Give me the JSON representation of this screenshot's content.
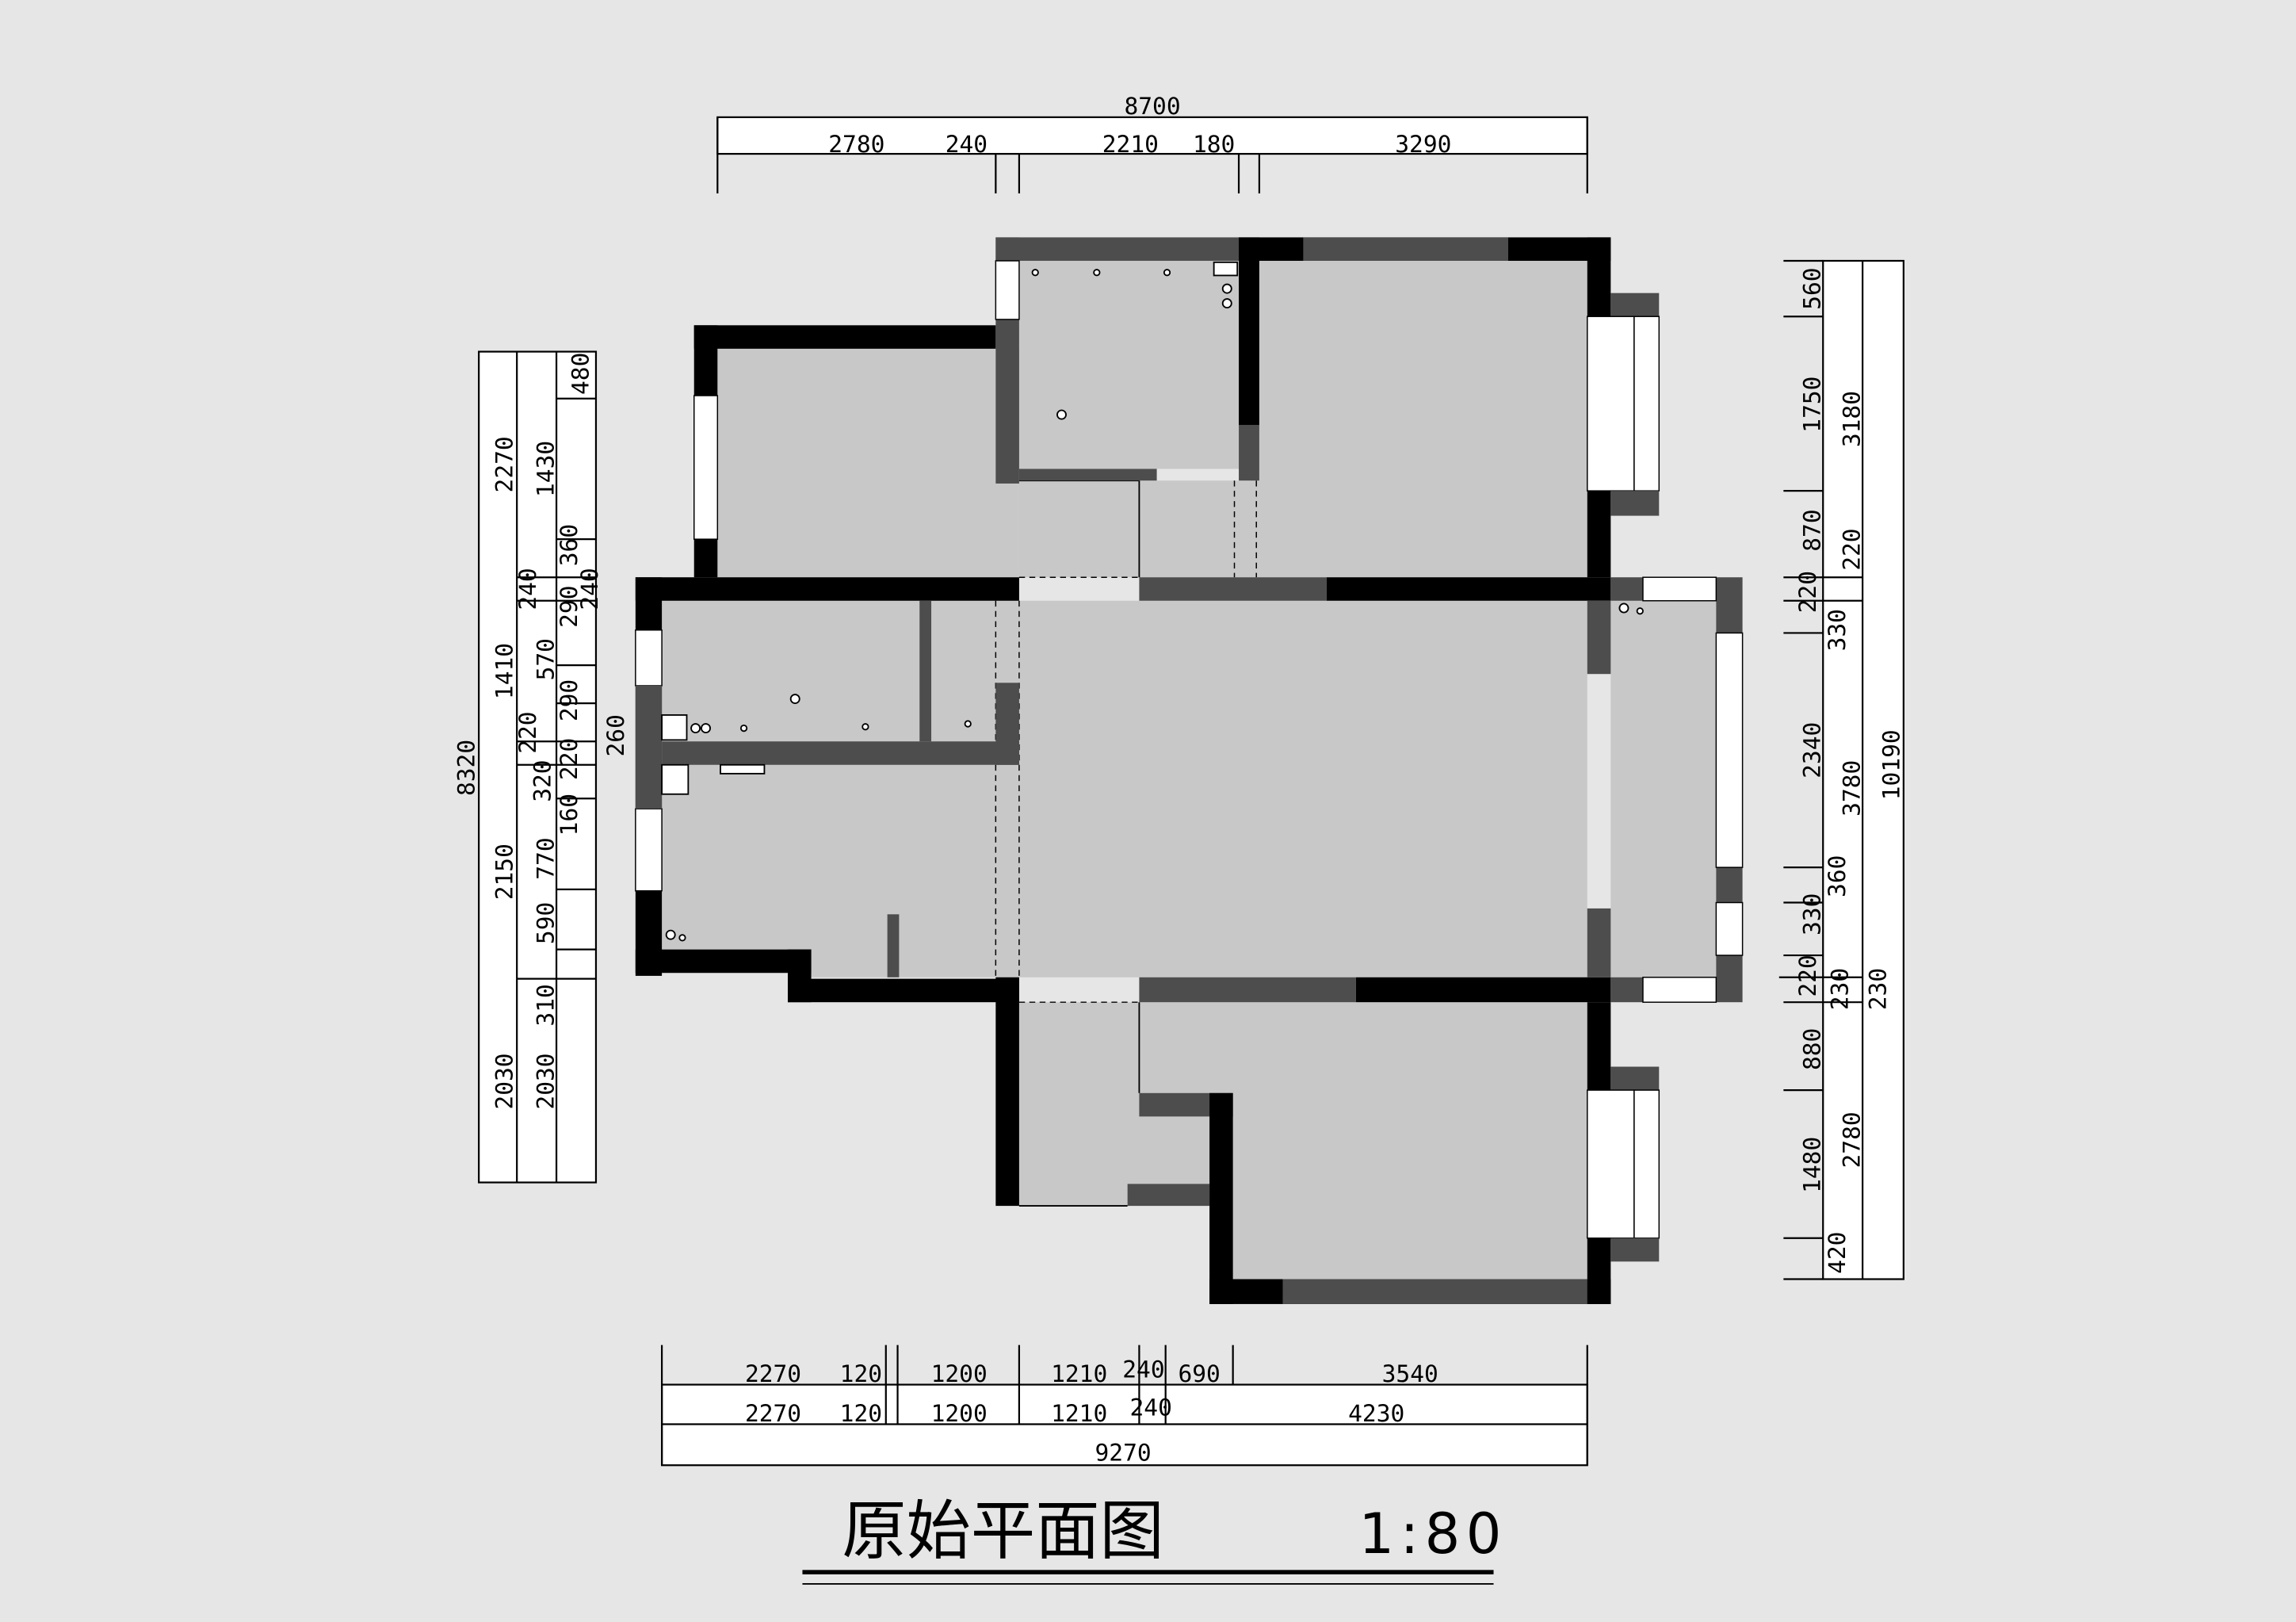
{
  "title": "原始平面图",
  "scale": "1:80",
  "dims": {
    "top": {
      "total": "8700",
      "segments": [
        "2780",
        "240",
        "2210",
        "180",
        "3290"
      ]
    },
    "bottom": {
      "row1": [
        "2270",
        "120",
        "1200",
        "1210",
        "240",
        "690",
        "3540"
      ],
      "row2": [
        "2270",
        "120",
        "1200",
        "1210",
        "240",
        "4230"
      ],
      "total": "9270"
    },
    "left": {
      "total": "8320",
      "col2": [
        "2270",
        "240",
        "1410",
        "220",
        "2150",
        "2030"
      ],
      "col3": [
        "480",
        "1430",
        "360",
        "290",
        "240",
        "570",
        "290",
        "220",
        "320",
        "160",
        "770",
        "590",
        "310",
        "2030"
      ],
      "inner": "260"
    },
    "right": {
      "col1": [
        "560",
        "1750",
        "870",
        "220",
        "330",
        "2340",
        "360",
        "330",
        "220",
        "880",
        "1480",
        "420"
      ],
      "col2": [
        "3180",
        "220",
        "3780",
        "230",
        "2780"
      ],
      "total": "10190",
      "col3": "230"
    }
  }
}
